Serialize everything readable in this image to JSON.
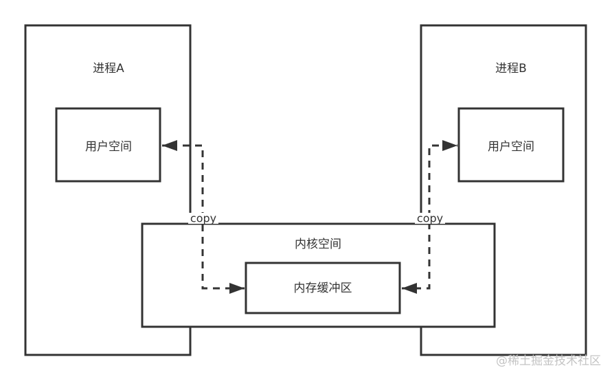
{
  "diagram": {
    "process_a": {
      "title": "进程A",
      "user_space": "用户空间"
    },
    "process_b": {
      "title": "进程B",
      "user_space": "用户空间"
    },
    "kernel": {
      "title": "内核空间",
      "buffer": "内存缓冲区"
    },
    "edges": [
      {
        "from": "process_a.user_space",
        "to": "kernel.buffer",
        "label": "copy",
        "style": "dashed",
        "direction": "both-arrows-shown-as: buffer<-A and A-user<-"
      },
      {
        "from": "kernel.buffer",
        "to": "process_b.user_space",
        "label": "copy",
        "style": "dashed"
      }
    ],
    "copy_label_left": "copy",
    "copy_label_right": "copy",
    "colors": {
      "stroke": "#333333",
      "text": "#333333",
      "watermark": "#c4c4c4"
    }
  },
  "watermark": "@稀土掘金技术社区"
}
